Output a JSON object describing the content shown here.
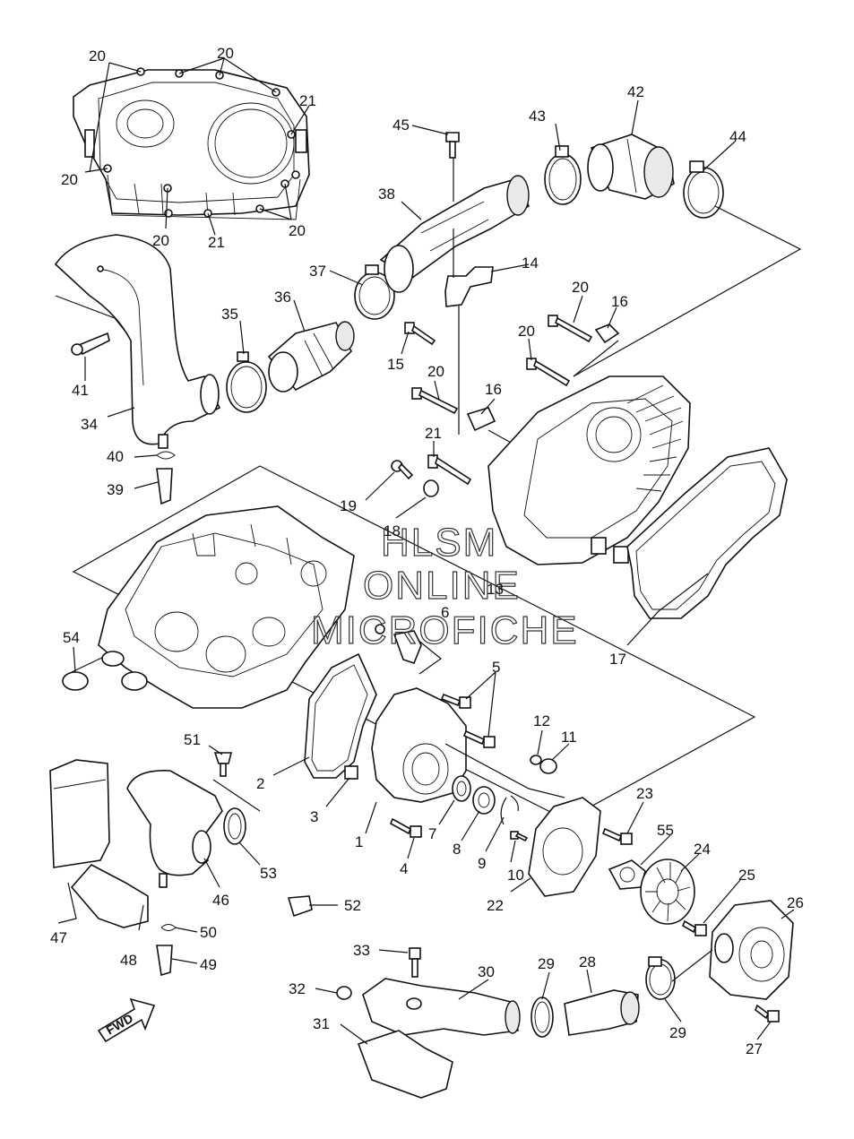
{
  "watermark": {
    "line1": "HLSM",
    "line2": "ONLINE",
    "line3": "MICROFICHE"
  },
  "fwd_arrow_label": "FWD",
  "callouts": [
    {
      "id": "c-20a",
      "text": "20"
    },
    {
      "id": "c-20b",
      "text": "20"
    },
    {
      "id": "c-21a",
      "text": "21"
    },
    {
      "id": "c-20c",
      "text": "20"
    },
    {
      "id": "c-20d",
      "text": "20"
    },
    {
      "id": "c-21b",
      "text": "21"
    },
    {
      "id": "c-20e",
      "text": "20"
    },
    {
      "id": "c-45",
      "text": "45"
    },
    {
      "id": "c-43",
      "text": "43"
    },
    {
      "id": "c-42",
      "text": "42"
    },
    {
      "id": "c-44",
      "text": "44"
    },
    {
      "id": "c-38",
      "text": "38"
    },
    {
      "id": "c-37",
      "text": "37"
    },
    {
      "id": "c-14",
      "text": "14"
    },
    {
      "id": "c-36",
      "text": "36"
    },
    {
      "id": "c-35",
      "text": "35"
    },
    {
      "id": "c-20f",
      "text": "20"
    },
    {
      "id": "c-16a",
      "text": "16"
    },
    {
      "id": "c-20g",
      "text": "20"
    },
    {
      "id": "c-15",
      "text": "15"
    },
    {
      "id": "c-41",
      "text": "41"
    },
    {
      "id": "c-20h",
      "text": "20"
    },
    {
      "id": "c-16b",
      "text": "16"
    },
    {
      "id": "c-34",
      "text": "34"
    },
    {
      "id": "c-21c",
      "text": "21"
    },
    {
      "id": "c-40",
      "text": "40"
    },
    {
      "id": "c-39",
      "text": "39"
    },
    {
      "id": "c-19",
      "text": "19"
    },
    {
      "id": "c-18",
      "text": "18"
    },
    {
      "id": "c-13",
      "text": "13"
    },
    {
      "id": "c-6",
      "text": "6"
    },
    {
      "id": "c-17",
      "text": "17"
    },
    {
      "id": "c-54",
      "text": "54"
    },
    {
      "id": "c-5",
      "text": "5"
    },
    {
      "id": "c-12",
      "text": "12"
    },
    {
      "id": "c-11",
      "text": "11"
    },
    {
      "id": "c-51",
      "text": "51"
    },
    {
      "id": "c-2",
      "text": "2"
    },
    {
      "id": "c-3",
      "text": "3"
    },
    {
      "id": "c-1",
      "text": "1"
    },
    {
      "id": "c-7",
      "text": "7"
    },
    {
      "id": "c-23",
      "text": "23"
    },
    {
      "id": "c-8",
      "text": "8"
    },
    {
      "id": "c-9",
      "text": "9"
    },
    {
      "id": "c-55",
      "text": "55"
    },
    {
      "id": "c-24",
      "text": "24"
    },
    {
      "id": "c-4",
      "text": "4"
    },
    {
      "id": "c-10",
      "text": "10"
    },
    {
      "id": "c-53",
      "text": "53"
    },
    {
      "id": "c-22",
      "text": "22"
    },
    {
      "id": "c-25",
      "text": "25"
    },
    {
      "id": "c-26",
      "text": "26"
    },
    {
      "id": "c-46",
      "text": "46"
    },
    {
      "id": "c-52",
      "text": "52"
    },
    {
      "id": "c-47",
      "text": "47"
    },
    {
      "id": "c-48",
      "text": "48"
    },
    {
      "id": "c-50",
      "text": "50"
    },
    {
      "id": "c-49",
      "text": "49"
    },
    {
      "id": "c-33",
      "text": "33"
    },
    {
      "id": "c-30",
      "text": "30"
    },
    {
      "id": "c-29a",
      "text": "29"
    },
    {
      "id": "c-28",
      "text": "28"
    },
    {
      "id": "c-32",
      "text": "32"
    },
    {
      "id": "c-29b",
      "text": "29"
    },
    {
      "id": "c-31",
      "text": "31"
    },
    {
      "id": "c-27",
      "text": "27"
    }
  ]
}
